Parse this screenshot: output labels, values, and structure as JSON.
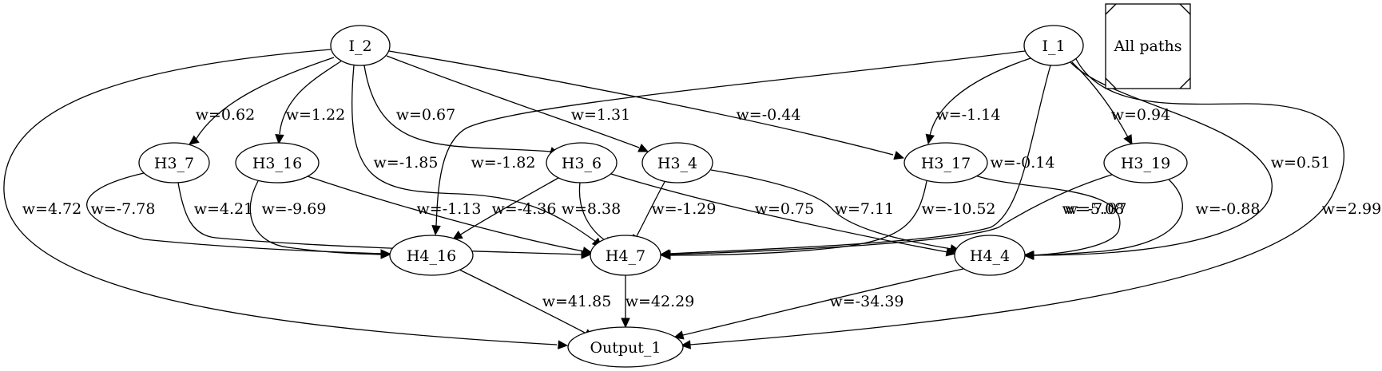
{
  "nodes": [
    {
      "id": "I_2",
      "label": "I_2"
    },
    {
      "id": "I_1",
      "label": "I_1"
    },
    {
      "id": "H3_7",
      "label": "H3_7"
    },
    {
      "id": "H3_16",
      "label": "H3_16"
    },
    {
      "id": "H3_6",
      "label": "H3_6"
    },
    {
      "id": "H3_4",
      "label": "H3_4"
    },
    {
      "id": "H3_17",
      "label": "H3_17"
    },
    {
      "id": "H3_19",
      "label": "H3_19"
    },
    {
      "id": "H4_16",
      "label": "H4_16"
    },
    {
      "id": "H4_7",
      "label": "H4_7"
    },
    {
      "id": "H4_4",
      "label": "H4_4"
    },
    {
      "id": "Output_1",
      "label": "Output_1"
    }
  ],
  "legend": {
    "label": "All paths"
  },
  "edges": [
    {
      "from": "I_2",
      "to": "H3_7",
      "label": "w=0.62"
    },
    {
      "from": "I_2",
      "to": "H3_16",
      "label": "w=1.22"
    },
    {
      "from": "I_2",
      "to": "H3_6",
      "label": "w=0.67"
    },
    {
      "from": "I_2",
      "to": "H3_4",
      "label": "w=1.31"
    },
    {
      "from": "I_2",
      "to": "H3_17",
      "label": "w=-0.44"
    },
    {
      "from": "I_2",
      "to": "H4_7",
      "label": "w=-1.85"
    },
    {
      "from": "I_2",
      "to": "Output_1",
      "label": "w=4.72"
    },
    {
      "from": "I_1",
      "to": "H4_16",
      "label": "w=-1.82"
    },
    {
      "from": "I_1",
      "to": "H3_17",
      "label": "w=-1.14"
    },
    {
      "from": "I_1",
      "to": "H4_7",
      "label": "w=-0.14"
    },
    {
      "from": "I_1",
      "to": "H3_19",
      "label": "w=0.94"
    },
    {
      "from": "I_1",
      "to": "H4_4",
      "label": "w=0.51"
    },
    {
      "from": "I_1",
      "to": "Output_1",
      "label": "w=2.99"
    },
    {
      "from": "H3_7",
      "to": "H4_16",
      "label": "w=-7.78"
    },
    {
      "from": "H3_7",
      "to": "H4_7",
      "label": "w=4.21"
    },
    {
      "from": "H3_16",
      "to": "H4_16",
      "label": "w=-9.69"
    },
    {
      "from": "H3_16",
      "to": "H4_7",
      "label": "w=-1.13"
    },
    {
      "from": "H3_6",
      "to": "H4_16",
      "label": "w=-4.36"
    },
    {
      "from": "H3_6",
      "to": "H4_7",
      "label": "w=8.38"
    },
    {
      "from": "H3_6",
      "to": "H4_4",
      "label": "w=0.75"
    },
    {
      "from": "H3_4",
      "to": "H4_7",
      "label": "w=-1.29"
    },
    {
      "from": "H3_4",
      "to": "H4_4",
      "label": "w=7.11"
    },
    {
      "from": "H3_17",
      "to": "H4_7",
      "label": "w=-10.52"
    },
    {
      "from": "H3_17",
      "to": "H4_4",
      "label": "w=5.08"
    },
    {
      "from": "H3_19",
      "to": "H4_7",
      "label": "w=-7.07"
    },
    {
      "from": "H3_19",
      "to": "H4_4",
      "label": "w=-0.88"
    },
    {
      "from": "H4_16",
      "to": "Output_1",
      "label": "w=41.85"
    },
    {
      "from": "H4_7",
      "to": "Output_1",
      "label": "w=42.29"
    },
    {
      "from": "H4_4",
      "to": "Output_1",
      "label": "w=-34.39"
    }
  ]
}
